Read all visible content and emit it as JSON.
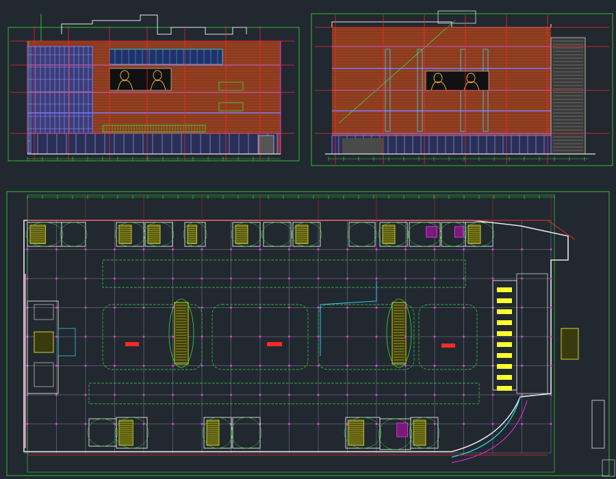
{
  "drawing": {
    "background": "#212830",
    "colors": {
      "grid_red": "#ff2a2a",
      "dim_green": "#38e038",
      "wall_white": "#e8e8e8",
      "brick": "#8a3a1e",
      "brick_line": "#d06a40",
      "glass_blue": "#7a7cff",
      "magenta": "#ff30ff",
      "yellow": "#ffff30",
      "cyan": "#30e0ff",
      "figure_gold": "#e8b040"
    },
    "views": [
      {
        "id": "elevation-left",
        "caption": ""
      },
      {
        "id": "elevation-right",
        "caption": ""
      },
      {
        "id": "floor-plan",
        "caption": ""
      }
    ]
  }
}
